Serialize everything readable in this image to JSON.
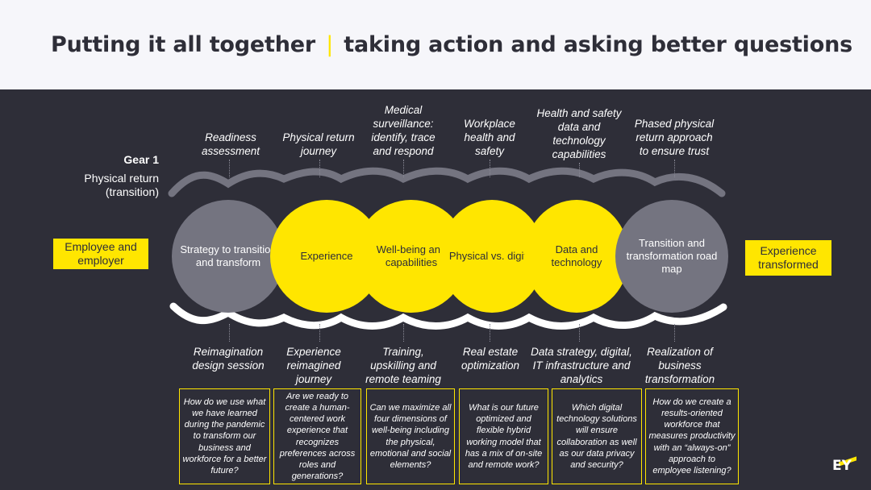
{
  "title": {
    "part1": "Putting it all together",
    "separator": "|",
    "part2": "taking action and asking better questions"
  },
  "gear": {
    "name": "Gear 1",
    "description": "Physical return (transition)"
  },
  "side_boxes": {
    "left": "Employee and employer",
    "right": "Experience transformed"
  },
  "circles": [
    {
      "label": "Strategy to transition and transform",
      "style": "gray"
    },
    {
      "label": "Experience",
      "style": "yellow"
    },
    {
      "label": "Well-being and capabilities",
      "style": "yellow"
    },
    {
      "label": "Physical vs. digital",
      "style": "yellow"
    },
    {
      "label": "Data and technology",
      "style": "yellow"
    },
    {
      "label": "Transition and transformation road map",
      "style": "gray"
    }
  ],
  "top_labels": [
    "Readiness assessment",
    "Physical return journey",
    "Medical surveillance: identify, trace and respond",
    "Workplace health and safety",
    "Health and safety data and technology capabilities",
    "Phased physical return approach to ensure trust"
  ],
  "bottom_labels": [
    "Reimagination design session",
    "Experience reimagined journey",
    "Training, upskilling and remote teaming",
    "Real estate optimization",
    "Data strategy, digital, IT infrastructure and analytics",
    "Realization of business transformation"
  ],
  "questions": [
    "How do we use what we have learned during the pandemic to transform our business and workforce for a better future?",
    "Are we ready to create a human-centered work experience that recognizes preferences across roles and generations?",
    "Can we maximize all four dimensions of well-being including the physical, emotional and social elements?",
    "What is our future optimized and flexible hybrid working model that has a mix of on-site and remote work?",
    "Which digital technology solutions will ensure collaboration as well as our data privacy and security?",
    "How do we create a results-oriented workforce that measures productivity with an “always-on” approach to employee listening?"
  ],
  "logo": "EY",
  "colors": {
    "background": "#2e2e38",
    "accent_yellow": "#ffe600",
    "gray": "#747480",
    "header_bg": "#f6f6fa"
  }
}
